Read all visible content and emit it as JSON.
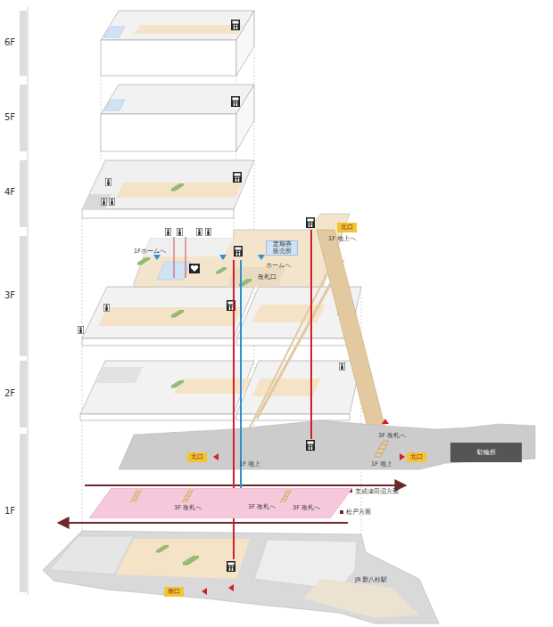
{
  "diagram": {
    "nodes": [
      {
        "text": [
          "定期券 販売所"
        ]
      },
      {
        "text": [
          "北口"
        ]
      },
      {
        "text": [
          "北口"
        ]
      },
      {
        "text": [
          "北口"
        ]
      },
      {
        "text": [
          "3F 改札へ",
          "3F 改札へ",
          "3F 改札へ"
        ]
      },
      {
        "text": [
          "駐輪所"
        ]
      },
      {
        "text": [
          "南口"
        ]
      }
    ],
    "labels": [
      "6F",
      "5F",
      "4F",
      "3F",
      "2F",
      "1F",
      "1Fホームへ",
      "1F 地上へ",
      "ホームへ",
      "改札口",
      "1F 地上",
      "1F 地上",
      "3F 改札へ",
      "京成津田沼方面",
      "松戸方面",
      "JR 新八柱駅"
    ]
  }
}
